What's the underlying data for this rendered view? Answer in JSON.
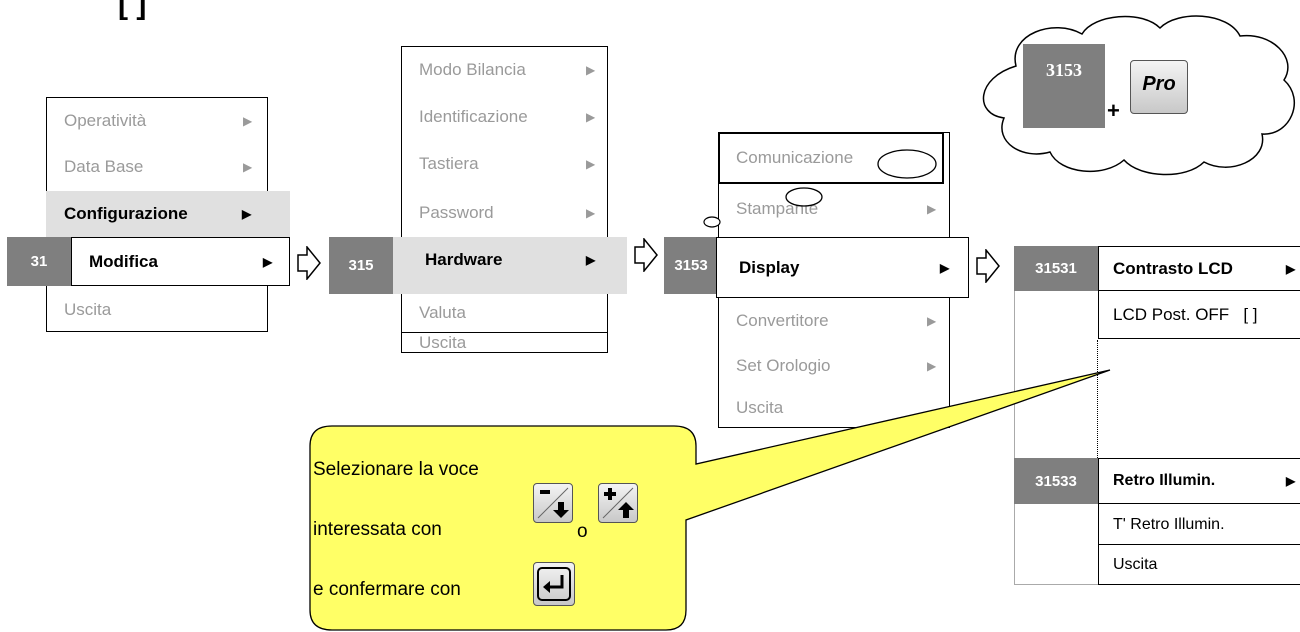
{
  "header_text": "[                                               ]",
  "menu1": {
    "items": [
      "Operatività",
      "Data Base",
      "Configurazione",
      "Modifica",
      "Uscita"
    ],
    "code": "31"
  },
  "menu2": {
    "items": [
      "Modo Bilancia",
      "Identificazione",
      "Tastiera",
      "Password",
      "Hardware",
      "Valuta",
      "Uscita"
    ],
    "code": "315"
  },
  "menu3": {
    "items": [
      "Comunicazione",
      "Stampante",
      "Display",
      "Convertitore",
      "Set Orologio",
      "Uscita"
    ],
    "code": "3153"
  },
  "menu4": {
    "items": [
      "Contrasto LCD",
      "LCD Post. OFF   [ ]",
      "Retro Illumin.",
      "T' Retro Illumin.",
      "Uscita"
    ],
    "codes": [
      "31531",
      "31533"
    ]
  },
  "cloud": {
    "code": "3153",
    "plus": "+",
    "key": "Pro"
  },
  "callout": {
    "line1": "Selezionare la voce",
    "line2": "interessata con",
    "or": "o",
    "line3": "e confermare con"
  },
  "colors": {
    "code_bg": "#7f7f7f",
    "highlight": "#e0e0e0",
    "callout": "#ffff66",
    "disabled_text": "#9a9a9a"
  }
}
